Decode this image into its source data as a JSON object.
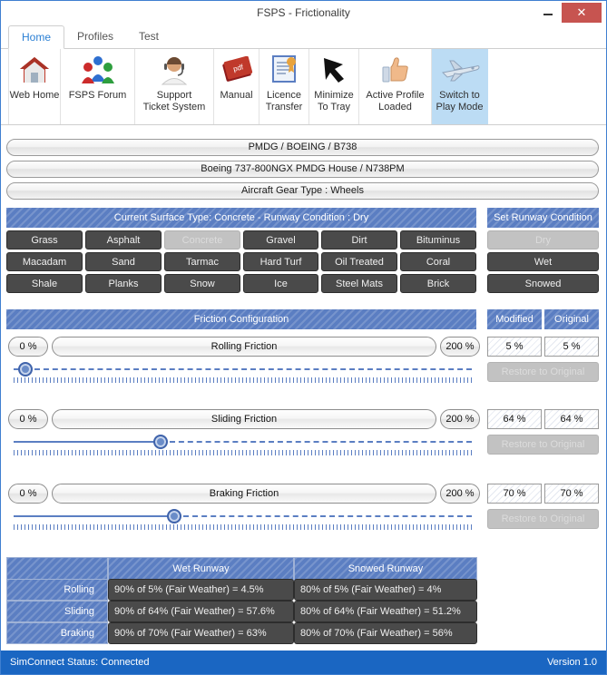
{
  "window": {
    "title": "FSPS - Frictionality",
    "minimize_label": "minimize-icon",
    "close_label": "x"
  },
  "tabs": [
    {
      "label": "Home",
      "active": true
    },
    {
      "label": "Profiles",
      "active": false
    },
    {
      "label": "Test",
      "active": false
    }
  ],
  "toolbar": [
    {
      "label": "Web Home",
      "icon": "house-icon",
      "selected": false
    },
    {
      "label": "FSPS Forum",
      "icon": "people-group-icon",
      "selected": false
    },
    {
      "label": "Support\nTicket System",
      "icon": "headset-agent-icon",
      "selected": false
    },
    {
      "label": "Manual",
      "icon": "pdf-book-icon",
      "selected": false
    },
    {
      "label": "Licence\nTransfer",
      "icon": "certificate-icon",
      "selected": false
    },
    {
      "label": "Minimize\nTo Tray",
      "icon": "black-arrow-icon",
      "selected": false
    },
    {
      "label": "Active Profile\nLoaded",
      "icon": "thumbs-up-icon",
      "selected": false
    },
    {
      "label": "Switch to\nPlay Mode",
      "icon": "airplane-icon",
      "selected": true
    }
  ],
  "info_bars": [
    "PMDG / BOEING / B738",
    "Boeing 737-800NGX PMDG House / N738PM",
    "Aircraft Gear Type : Wheels"
  ],
  "surface": {
    "header": "Current Surface Type: Concrete  -  Runway Condition : Dry",
    "buttons": [
      {
        "label": "Grass",
        "disabled": false
      },
      {
        "label": "Asphalt",
        "disabled": false
      },
      {
        "label": "Concrete",
        "disabled": true
      },
      {
        "label": "Gravel",
        "disabled": false
      },
      {
        "label": "Dirt",
        "disabled": false
      },
      {
        "label": "Bituminus",
        "disabled": false
      },
      {
        "label": "Macadam",
        "disabled": false
      },
      {
        "label": "Sand",
        "disabled": false
      },
      {
        "label": "Tarmac",
        "disabled": false
      },
      {
        "label": "Hard Turf",
        "disabled": false
      },
      {
        "label": "Oil Treated",
        "disabled": false
      },
      {
        "label": "Coral",
        "disabled": false
      },
      {
        "label": "Shale",
        "disabled": false
      },
      {
        "label": "Planks",
        "disabled": false
      },
      {
        "label": "Snow",
        "disabled": false
      },
      {
        "label": "Ice",
        "disabled": false
      },
      {
        "label": "Steel Mats",
        "disabled": false
      },
      {
        "label": "Brick",
        "disabled": false
      }
    ]
  },
  "runway_condition": {
    "header": "Set Runway Condition",
    "buttons": [
      {
        "label": "Dry",
        "disabled": true
      },
      {
        "label": "Wet",
        "disabled": false
      },
      {
        "label": "Snowed",
        "disabled": false
      }
    ]
  },
  "friction": {
    "header": "Friction Configuration",
    "modified_header": "Modified",
    "original_header": "Original",
    "restore_label": "Restore to Original",
    "rows": [
      {
        "name": "Rolling Friction",
        "min": "0 %",
        "max": "200 %",
        "modified": "5 %",
        "original": "5 %",
        "slider_pct": 2.5
      },
      {
        "name": "Sliding Friction",
        "min": "0 %",
        "max": "200 %",
        "modified": "64 %",
        "original": "64 %",
        "slider_pct": 32
      },
      {
        "name": "Braking Friction",
        "min": "0 %",
        "max": "200 %",
        "modified": "70 %",
        "original": "70 %",
        "slider_pct": 35
      }
    ]
  },
  "result_table": {
    "columns": [
      "",
      "Wet Runway",
      "Snowed Runway"
    ],
    "rows": [
      {
        "label": "Rolling",
        "wet": "90% of 5% (Fair Weather) = 4.5%",
        "snowed": "80% of 5% (Fair Weather) = 4%"
      },
      {
        "label": "Sliding",
        "wet": "90% of 64% (Fair Weather) = 57.6%",
        "snowed": "80% of 64% (Fair Weather) = 51.2%"
      },
      {
        "label": "Braking",
        "wet": "90% of 70% (Fair Weather) = 63%",
        "snowed": "80% of 70% (Fair Weather) = 56%"
      }
    ]
  },
  "status": {
    "left": "SimConnect Status: Connected",
    "right": "Version 1.0"
  },
  "colors": {
    "accent_blue": "#5b7ec2",
    "status_blue": "#1a66c2",
    "close_red": "#c75450",
    "dark_button": "#4a4a4a",
    "selected_tool": "#bcdcf4"
  }
}
